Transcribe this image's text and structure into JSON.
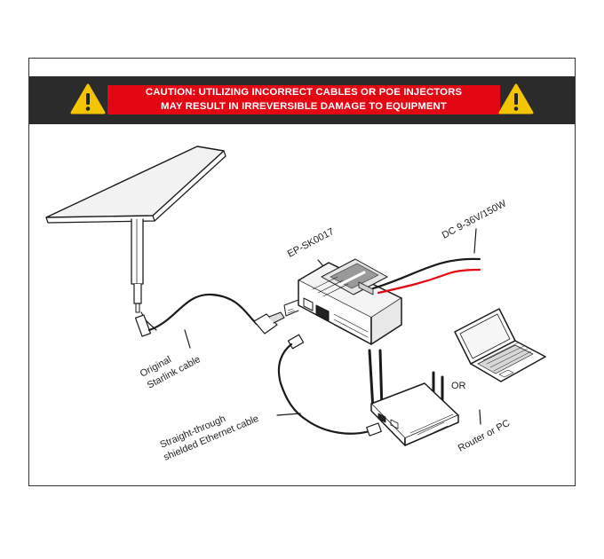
{
  "banner": {
    "line1": "CAUTION: UTILIZING INCORRECT CABLES OR POE INJECTORS",
    "line2": "MAY RESULT IN IRREVERSIBLE DAMAGE TO EQUIPMENT",
    "icon": "warning-triangle-icon",
    "colors": {
      "bar": "#2b2b2b",
      "alert": "#e30613",
      "icon": "#f5c400"
    }
  },
  "labels": {
    "device_model": "EP-SK0017",
    "power": "DC 9-36V/150W",
    "original_cable_line1": "Original",
    "original_cable_line2": "Starlink cable",
    "ethernet_line1": "Straight-through",
    "ethernet_line2": "shielded Ethernet cable",
    "or": "OR",
    "router": "Router or PC"
  },
  "icons": [
    "starlink-dish-icon",
    "poe-injector-icon",
    "laptop-icon",
    "router-icon"
  ]
}
